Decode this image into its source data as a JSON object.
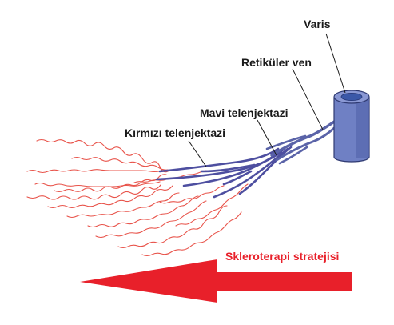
{
  "labels": {
    "varis": "Varis",
    "retikuler_ven": "Retiküler ven",
    "mavi_telenjektazi": "Mavi telenjektazi",
    "kirmizi_telenjektazi": "Kırmızı telenjektazi",
    "skleroterapi_stratejisi": "Skleroterapi stratejisi"
  },
  "colors": {
    "varicose_vein": "#6f80c4",
    "varicose_lumen": "#3b58a8",
    "reticular_vein": "#5a63a8",
    "blue_telangiectasia": "#4e4fa0",
    "red_telangiectasia": "#e8534a",
    "arrow": "#e8202a",
    "leader_line": "#1a1a1a"
  },
  "icons": {
    "arrow": "left-arrow-icon"
  }
}
